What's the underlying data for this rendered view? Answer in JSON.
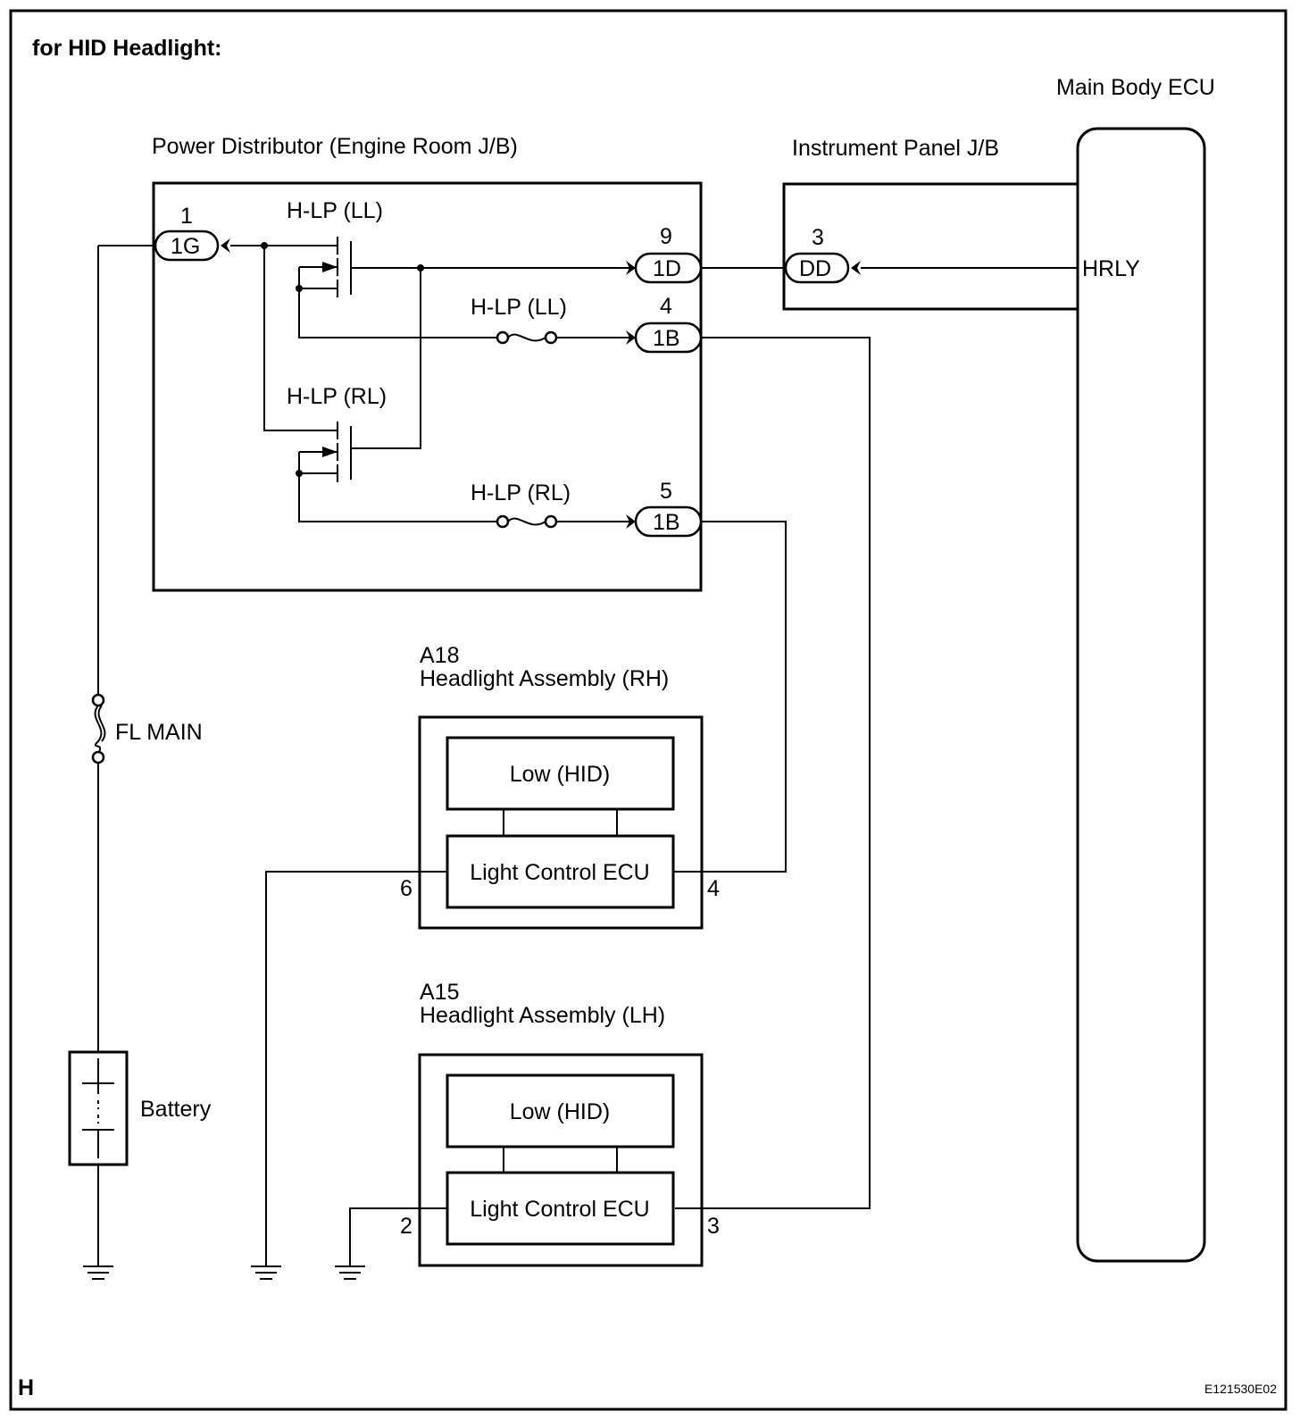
{
  "heading": "for HID Headlight:",
  "page_code": "H",
  "figure_id": "E121530E02",
  "components": {
    "power_distributor": "Power Distributor (Engine Room J/B)",
    "instrument_panel": "Instrument Panel J/B",
    "main_body_ecu": "Main Body ECU",
    "battery": "Battery",
    "fl_main": "FL MAIN",
    "relay_ll": "H-LP (LL)",
    "relay_rl": "H-LP (RL)",
    "fuse_ll": "H-LP (LL)",
    "fuse_rl": "H-LP (RL)",
    "hrly": "HRLY"
  },
  "connectors": [
    {
      "code": "1G",
      "pin": "1"
    },
    {
      "code": "1D",
      "pin": "9"
    },
    {
      "code": "1B",
      "pin": "4"
    },
    {
      "code": "1B",
      "pin": "5"
    },
    {
      "code": "DD",
      "pin": "3"
    }
  ],
  "headlight_rh": {
    "code": "A18",
    "name": "Headlight Assembly (RH)",
    "low": "Low (HID)",
    "ecu": "Light Control ECU",
    "pin_left": "6",
    "pin_right": "4"
  },
  "headlight_lh": {
    "code": "A15",
    "name": "Headlight Assembly (LH)",
    "low": "Low (HID)",
    "ecu": "Light Control ECU",
    "pin_left": "2",
    "pin_right": "3"
  }
}
